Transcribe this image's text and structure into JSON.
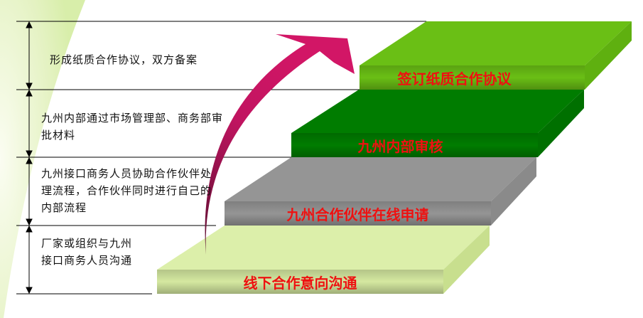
{
  "steps": [
    {
      "label": "线下合作意向沟通",
      "description": "厂家或组织与九州接口商务人员沟通",
      "color": "#dcefaa"
    },
    {
      "label": "九州合作伙伴在线申请",
      "description": "九州接口商务人员协助合作伙伴处理流程，合作伙伴同时进行自己的内部流程",
      "color": "#959595"
    },
    {
      "label": "九州内部审核",
      "description": "九州内部通过市场管理部、商务部审批材料",
      "color": "#007c00"
    },
    {
      "label": "签订纸质合作协议",
      "description": "形成纸质合作协议，双方备案",
      "color": "#6abf15"
    }
  ],
  "arrow_color": "#cc1166"
}
